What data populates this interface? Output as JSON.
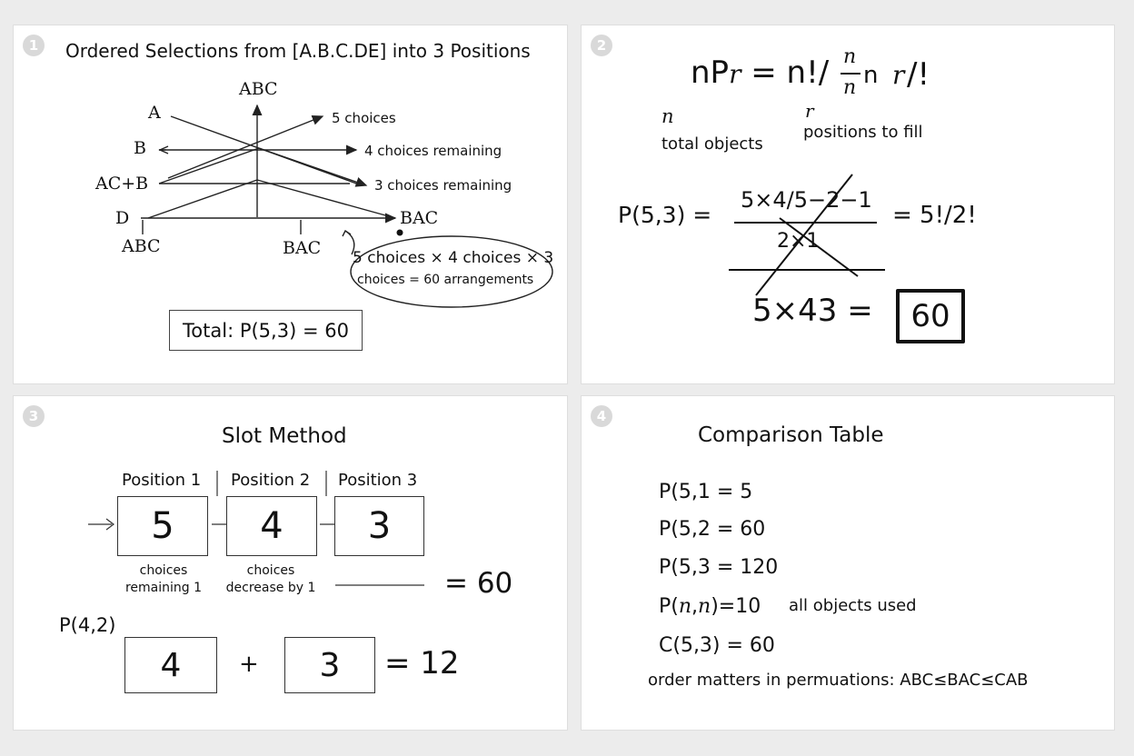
{
  "panel1": {
    "number": "1",
    "title": "Ordered Selections from [A.B.C.DE] into 3 Positions",
    "labels": {
      "top_abc": "ABC",
      "a": "A",
      "b": "B",
      "acb": "AC+B",
      "d": "D",
      "bottom_abc": "ABC",
      "bottom_bac": "BAC",
      "bac_right": "BAC",
      "choices5": "5 choices",
      "choices4": "4 choices remaining",
      "choices3": "3 choices remaining"
    },
    "callout_line1": "5 choices × 4 choices × 3",
    "callout_line2": "choices = 60 arrangements",
    "total": "Total: P(5,3) = 60"
  },
  "panel2": {
    "number": "2",
    "formula_left": "nP",
    "formula_r": "r",
    "formula_mid": " = n!/",
    "frac_top": "n",
    "frac_bottom": "n",
    "formula_n": " n ",
    "formula_r2": "r",
    "formula_end": "/!",
    "label_n_var": "n",
    "label_n": "total objects",
    "label_r_var": "r",
    "label_r": "positions to fill",
    "p53": "P(5,3) =",
    "numerator": "5×4/5−2−1",
    "denominator": "2×1",
    "rhs": "= 5!/2!",
    "product": "5×43 =",
    "result": "60"
  },
  "panel3": {
    "number": "3",
    "title": "Slot Method",
    "positions": [
      "Position 1",
      "Position 2",
      "Position 3"
    ],
    "slots": [
      "5",
      "4",
      "3"
    ],
    "captions": [
      {
        "line1": "choices",
        "line2": "remaining 1"
      },
      {
        "line1": "choices",
        "line2": "decrease by 1"
      }
    ],
    "equals60": "= 60",
    "p42": "P(4,2)",
    "box_a": "4",
    "plus": "+",
    "box_b": "3",
    "equals12": "= 12"
  },
  "panel4": {
    "number": "4",
    "title": "Comparison Table",
    "rows": [
      "P(5,1 = 5",
      "P(5,2 = 60",
      "P(5,3 = 120"
    ],
    "pnn_prefix": "P(",
    "pnn_n1": "n",
    "pnn_comma": ",",
    "pnn_n2": "n",
    "pnn_suffix": ")=10",
    "pnn_note": "all objects used",
    "c53": "C(5,3) = 60",
    "order_note": "order matters in permuations: ABC≤BAC≤CAB"
  }
}
